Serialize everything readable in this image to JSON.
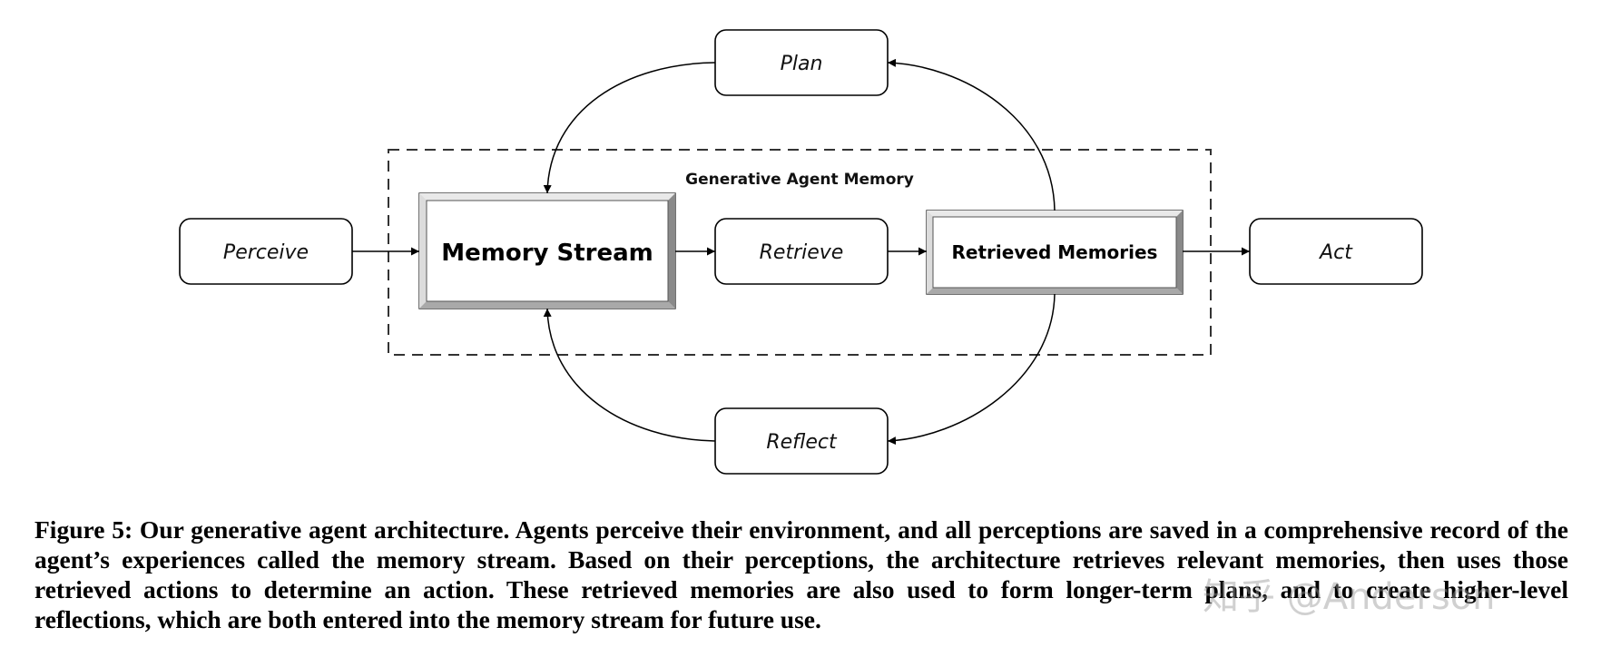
{
  "diagram": {
    "group_title": "Generative Agent Memory",
    "nodes": {
      "plan": "Plan",
      "perceive": "Perceive",
      "memory_stream": "Memory Stream",
      "retrieve": "Retrieve",
      "retrieved_memories": "Retrieved Memories",
      "act": "Act",
      "reflect": "Reflect"
    }
  },
  "caption": "Figure 5: Our generative agent architecture. Agents perceive their environment, and all perceptions are saved in a comprehensive record of the agent’s experiences called the memory stream. Based on their perceptions, the architecture retrieves relevant memories, then uses those retrieved actions to determine an action. These retrieved memories are also used to form longer-term plans, and to create higher-level reflections, which are both entered into the memory stream for future use.",
  "watermark": "知乎 @Anderson"
}
